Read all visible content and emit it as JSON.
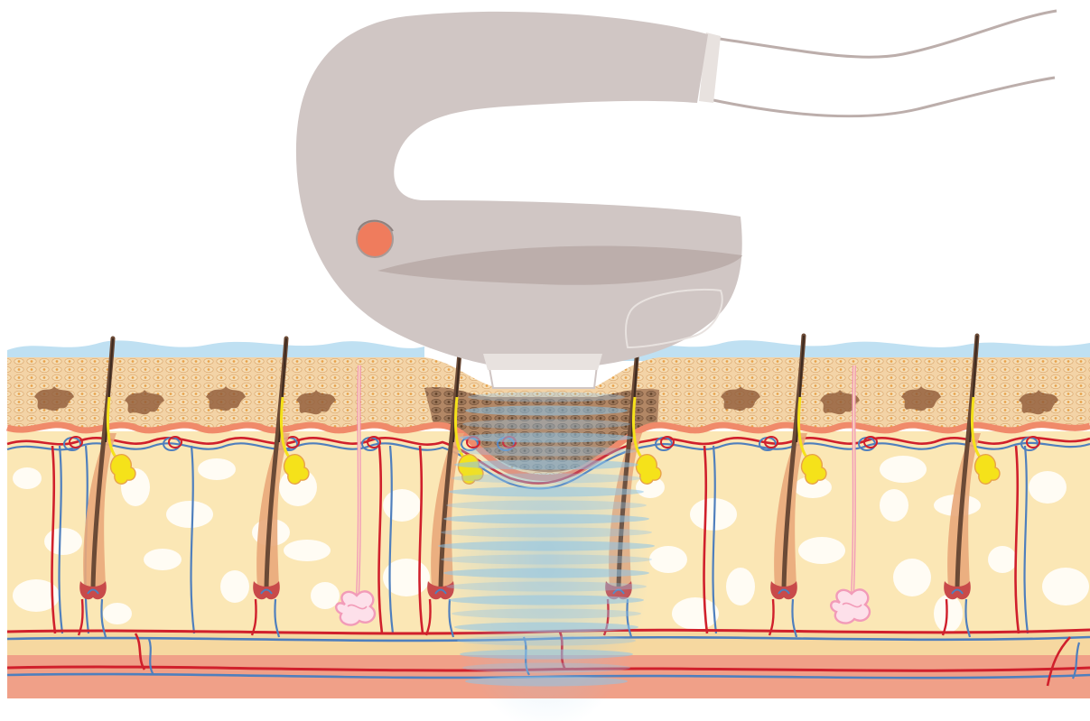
{
  "figure": {
    "subject": "handpiece-over-skin-cross-section",
    "hair_follicle_count": 6,
    "sweat_gland_count": 2,
    "labels": []
  },
  "colors": {
    "background": "#ffffff",
    "handpiece_body": "#d0c6c4",
    "handpiece_shade": "#bcaeab",
    "handpiece_button": "#ef7c5d",
    "surface_film": "#bfe0f2",
    "epidermis": "#f3d3a6",
    "cell_nucleus": "#e8a24b",
    "melanin": "#8e5a38",
    "basal_membrane": "#f08a6a",
    "dermis": "#fbe7b5",
    "fat_lobule": "#ffffff",
    "hypodermis": "#f6d8a0",
    "muscle_layer": "#f0a088",
    "artery": "#d0202c",
    "vein": "#4f7fbd",
    "hair_shaft": "#6b4a36",
    "sebaceous_gland": "#f5e21a",
    "sweat_gland": "#f29bb8",
    "energy_beam": "#8ec4e8"
  },
  "icons": {
    "handpiece": "ipl-handpiece-icon",
    "button": "trigger-button-icon",
    "cable": "power-cable-icon"
  }
}
